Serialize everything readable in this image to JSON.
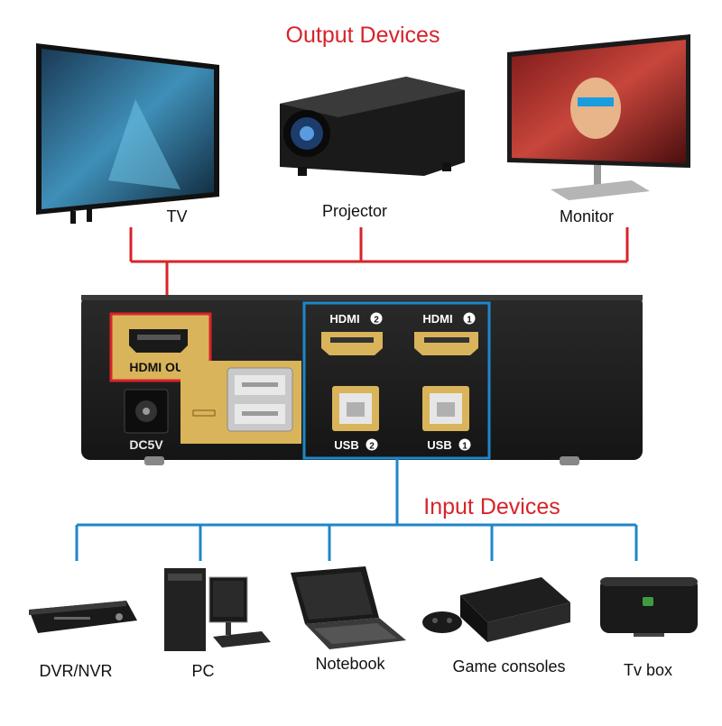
{
  "output_section": {
    "heading": "Output Devices",
    "devices": [
      {
        "label": "TV",
        "icon": "tv-icon"
      },
      {
        "label": "Projector",
        "icon": "projector-icon"
      },
      {
        "label": "Monitor",
        "icon": "monitor-icon"
      }
    ]
  },
  "switch_panel": {
    "hdmi_out_label": "HDMI OUT",
    "power_label": "DC5V",
    "inputs": [
      {
        "hdmi_label": "HDMI",
        "usb_label": "USB",
        "number": "2"
      },
      {
        "hdmi_label": "HDMI",
        "usb_label": "USB",
        "number": "1"
      }
    ]
  },
  "input_section": {
    "heading": "Input Devices",
    "devices": [
      {
        "label": "DVR/NVR",
        "icon": "dvr-icon"
      },
      {
        "label": "PC",
        "icon": "pc-icon"
      },
      {
        "label": "Notebook",
        "icon": "notebook-icon"
      },
      {
        "label": "Game consoles",
        "icon": "game-console-icon"
      },
      {
        "label": "Tv box",
        "icon": "tv-box-icon"
      }
    ]
  },
  "colors": {
    "output_accent": "#d8232a",
    "input_accent": "#1f86c8",
    "panel": "#1c1c1c",
    "gold": "#d9b45a"
  }
}
